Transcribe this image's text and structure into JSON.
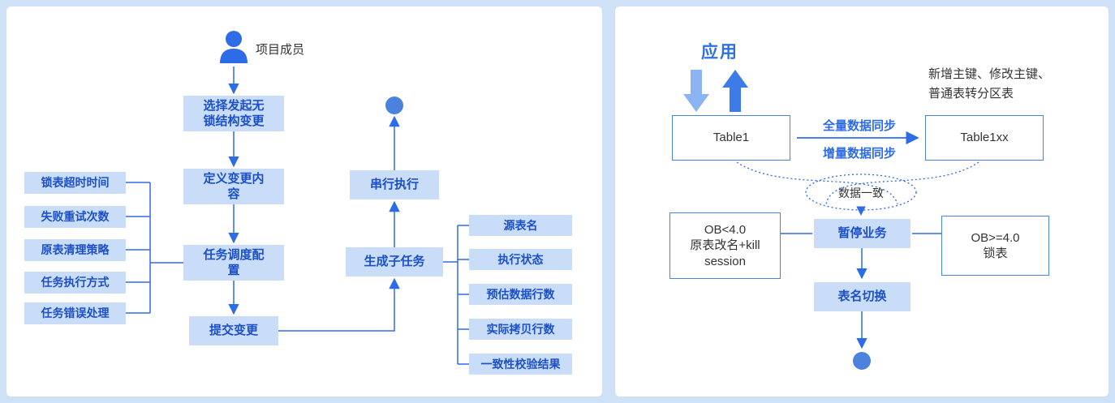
{
  "colors": {
    "background": "#cfe1f6",
    "panel": "#ffffff",
    "accent_blue": "#2e6be6",
    "box_fill": "#c9ddf8",
    "box_text": "#1b50c8",
    "node_fill": "#4a82dd",
    "border_blue": "#4a82dd",
    "dark_text": "#333333"
  },
  "icons": {
    "actor": "person-icon",
    "terminal": "filled-circle-node",
    "app_down": "thick-down-arrow",
    "app_up": "thick-up-arrow"
  },
  "left": {
    "actor_label": "项目成员",
    "flow": [
      "选择发起无\n锁结构变更",
      "定义变更内\n容",
      "任务调度配\n置",
      "提交变更"
    ],
    "configs": [
      "锁表超时时间",
      "失败重试次数",
      "原表清理策略",
      "任务执行方式",
      "任务错误处理"
    ],
    "serial_exec": "串行执行",
    "gen_subtask": "生成子任务",
    "fields": [
      "源表名",
      "执行状态",
      "预估数据行数",
      "实际拷贝行数",
      "一致性校验结果"
    ]
  },
  "right": {
    "app": "应用",
    "table1": "Table1",
    "table1xx": "Table1xx",
    "full_sync": "全量数据同步",
    "incr_sync": "增量数据同步",
    "note": "新增主键、修改主键、\n普通表转分区表",
    "consistent": "数据一致",
    "ob_legacy": "OB<4.0\n原表改名+kill\nsession",
    "pause": "暂停业务",
    "ob_new": "OB>=4.0\n锁表",
    "rename": "表名切换"
  }
}
